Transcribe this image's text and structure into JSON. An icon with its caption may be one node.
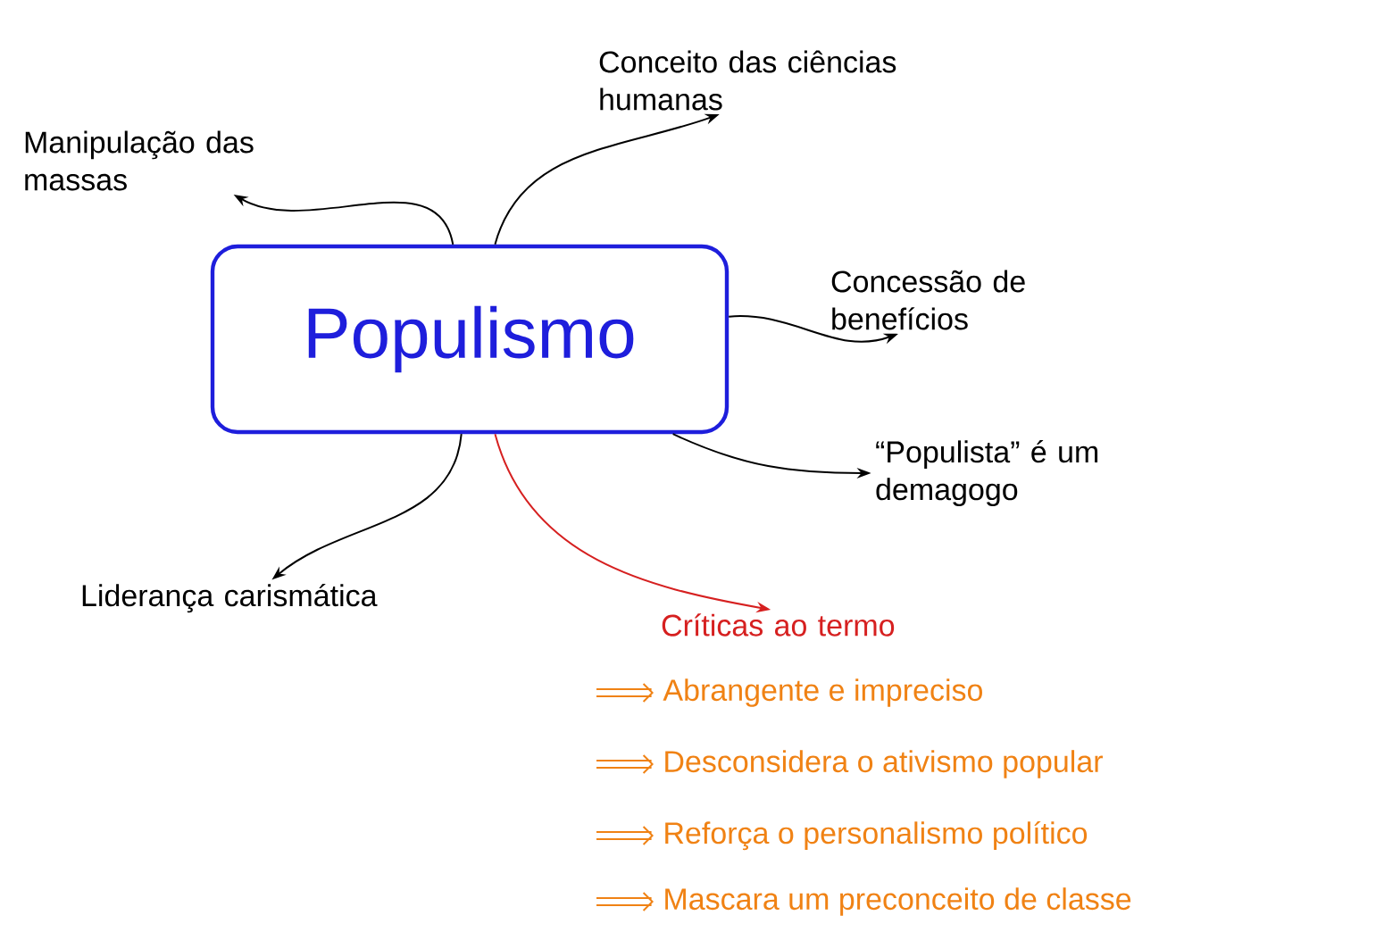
{
  "diagram": {
    "nodes": [
      {
        "text": [
          "Populismo"
        ]
      },
      {
        "text": [
          "Manipulação das massas"
        ]
      },
      {
        "text": [
          "Conceito das ciências humanas"
        ]
      },
      {
        "text": [
          "Concessão de benefícios"
        ]
      },
      {
        "text": [
          "“Populista” é um demagogo"
        ]
      },
      {
        "text": [
          "Liderança carismática"
        ]
      },
      {
        "text": [
          "Críticas ao termo"
        ]
      }
    ],
    "edges": [
      {
        "from": 0,
        "to": 1,
        "arrow": "to"
      },
      {
        "from": 0,
        "to": 2,
        "arrow": "to"
      },
      {
        "from": 0,
        "to": 3,
        "arrow": "to"
      },
      {
        "from": 0,
        "to": 4,
        "arrow": "to"
      },
      {
        "from": 0,
        "to": 5,
        "arrow": "to"
      },
      {
        "from": 0,
        "to": 6,
        "arrow": "to",
        "color": "#d62020"
      }
    ],
    "labels": [
      "Abrangente e impreciso",
      "Desconsidera o ativismo popular",
      "Reforça o personalismo político",
      "Mascara um preconceito de classe"
    ]
  }
}
